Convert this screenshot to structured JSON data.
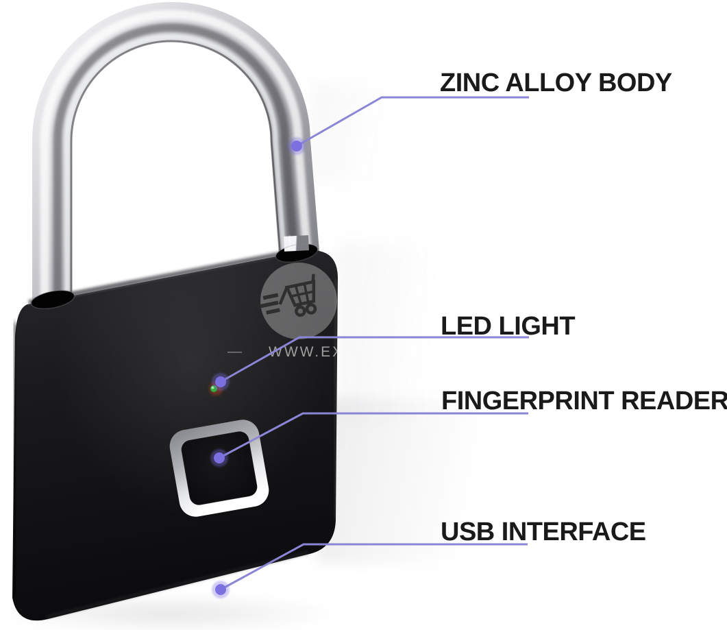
{
  "product": {
    "type": "fingerprint-padlock"
  },
  "watermark": {
    "icon": "shopping-cart-icon",
    "dash": "—",
    "text": "WWW.EX"
  },
  "annotations": {
    "labels": [
      {
        "id": "zinc-alloy-body",
        "text": "ZINC ALLOY BODY"
      },
      {
        "id": "led-light",
        "text": "LED LIGHT"
      },
      {
        "id": "fingerprint-reader",
        "text": "FINGERPRINT READER"
      },
      {
        "id": "usb-interface",
        "text": "USB INTERFACE"
      }
    ]
  },
  "palette": {
    "background": "#ffffff",
    "annotation_line": "#8b85d6",
    "annotation_dot": "#7c70e0",
    "label_text": "#1a1a1a",
    "body_black": "#141416",
    "shackle_chrome": "#c9c9ce",
    "fingerprint_ring_chrome": "#e8e9ec",
    "led_green": "#2fae3c",
    "led_glow": "#a03a1c",
    "watermark_gray": "#a8a8a8"
  }
}
